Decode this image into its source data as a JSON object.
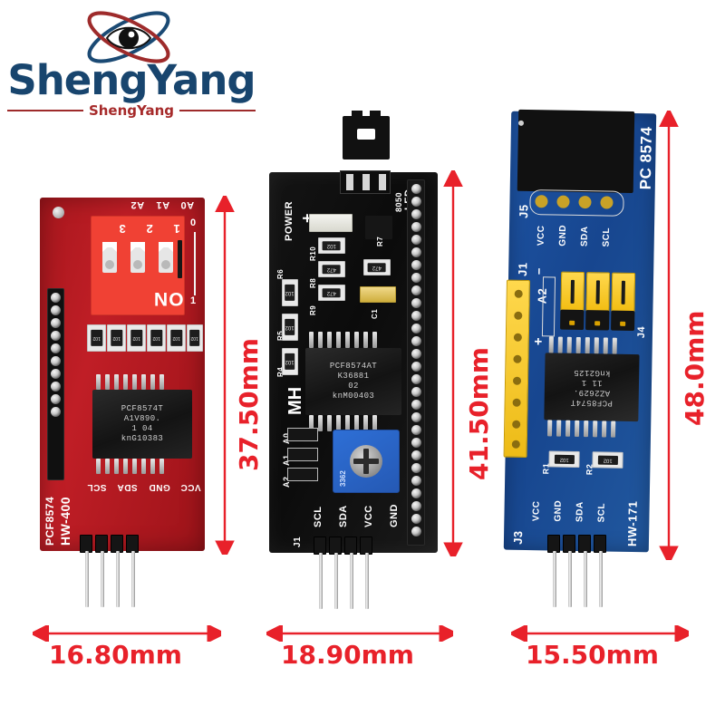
{
  "brand": {
    "name": "ShengYang",
    "sub": "ShengYang",
    "logo_icon": "eye-orbit-logo",
    "color_blue": "#18456e",
    "color_red": "#a62a2a"
  },
  "dimension_color": "#e8212a",
  "boards": [
    {
      "id": "red-board",
      "name": "PCF8574 HW-400 red module",
      "pcb_color": "#b2191f",
      "chip": {
        "lines": [
          "PCF8574T",
          "A1V890.",
          "1     04",
          "knG10383"
        ]
      },
      "silkscreen": {
        "part": "PCF8574",
        "revision": "HW-400",
        "pin_labels": [
          "SCL",
          "SDA",
          "GND",
          "VCC"
        ],
        "addr_labels": [
          "A2",
          "A1",
          "A0"
        ],
        "dip_digits": [
          "1",
          "2",
          "3"
        ],
        "dip_on": "ON",
        "level_low": "0",
        "level_high": "1"
      },
      "resistor_codes": [
        "102",
        "102",
        "102",
        "102",
        "102",
        "102"
      ],
      "dim_height": "37.50mm",
      "dim_width": "16.80mm"
    },
    {
      "id": "black-board",
      "name": "PCF8574AT MH black LCD backpack",
      "pcb_color": "#101010",
      "chip": {
        "lines": [
          "PCF8574AT",
          "K36881",
          "02",
          "knM00403"
        ]
      },
      "silkscreen": {
        "brand": "MH",
        "power": "POWER",
        "power_plus": "+",
        "led": "LED",
        "transistor": "8050",
        "transistor_ref": "R7",
        "cap_ref": "C1",
        "addr_labels": [
          "A0",
          "A1",
          "A2"
        ],
        "pin_labels": [
          "SCL",
          "SDA",
          "VCC",
          "GND"
        ],
        "connector": "J1",
        "resistor_refs": [
          "R6",
          "R10",
          "R8",
          "R9",
          "R5",
          "R4"
        ],
        "resistor_codes": [
          "102",
          "102",
          "472",
          "472",
          "102",
          "102"
        ],
        "trim_res_code": "472",
        "pot_code": "3362"
      },
      "dim_height": "41.50mm",
      "dim_width": "18.90mm"
    },
    {
      "id": "blue-board",
      "name": "PCF8574T HW-171 blue expansion module",
      "pcb_color": "#1b4f9c",
      "chip": {
        "lines": [
          "PCF8574T",
          "AZ2629.",
          "11      1",
          "knG2125"
        ]
      },
      "silkscreen": {
        "part": "PC 8574",
        "revision": "HW-171",
        "top_header": "J5",
        "bottom_header": "J3",
        "side_header": "J1",
        "jumper_header": "J4",
        "addr_label": "A2",
        "polarity_plus": "+",
        "polarity_minus": "−",
        "pin_labels_top": [
          "VCC",
          "GND",
          "SDA",
          "SCL"
        ],
        "pin_labels_bottom": [
          "VCC",
          "GND",
          "SDA",
          "SCL"
        ],
        "resistor_refs": [
          "R1",
          "R2"
        ],
        "resistor_codes": [
          "102",
          "102"
        ]
      },
      "dim_height": "48.0mm",
      "dim_width": "15.50mm"
    }
  ]
}
